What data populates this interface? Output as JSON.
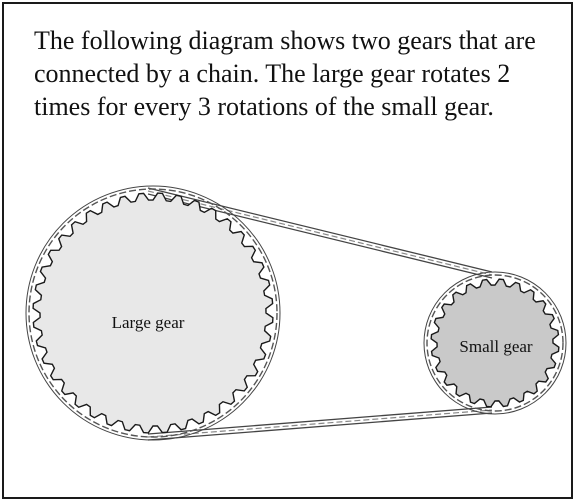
{
  "question": {
    "text": "The following diagram shows two gears that are connected by a chain. The large gear rotates 2 times for every 3 rotations of the small gear."
  },
  "diagram": {
    "large_gear": {
      "label": "Large gear",
      "fill": "#e8e8e8"
    },
    "small_gear": {
      "label": "Small gear",
      "fill": "#c9c9c9"
    },
    "chain_color": "#555555",
    "outline_color": "#1a1a1a"
  }
}
